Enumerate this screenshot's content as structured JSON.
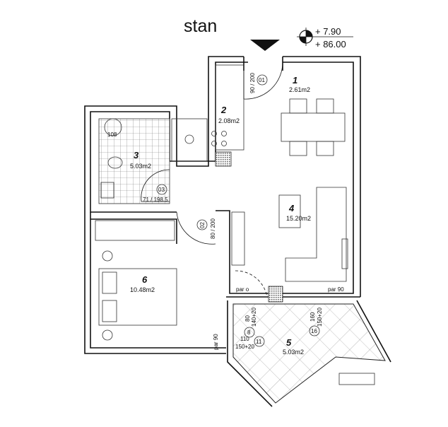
{
  "title": "stan",
  "elevation": {
    "top": "+  7.90",
    "bottom": "+ 86.00"
  },
  "rooms": [
    {
      "number": "1",
      "area": "2.61m2"
    },
    {
      "number": "2",
      "area": "2.08m2"
    },
    {
      "number": "3",
      "area": "5.03m2"
    },
    {
      "number": "4",
      "area": "15.20m2"
    },
    {
      "number": "5",
      "area": "5.03m2"
    },
    {
      "number": "6",
      "area": "10.48m2"
    }
  ],
  "doors": [
    {
      "id": "01",
      "size": "90 / 200"
    },
    {
      "id": "02",
      "size": "80 / 200"
    },
    {
      "id": "03",
      "size": "71 / 198.5"
    }
  ],
  "windows": [
    {
      "id": "8",
      "width": "80",
      "height": "140+20"
    },
    {
      "id": "11",
      "width": "110",
      "height": "150+20"
    },
    {
      "id": "16",
      "width": "160",
      "height": "150+20"
    }
  ],
  "sill_labels": [
    "par o",
    "par 90",
    "par 90"
  ],
  "boiler_label": "108"
}
